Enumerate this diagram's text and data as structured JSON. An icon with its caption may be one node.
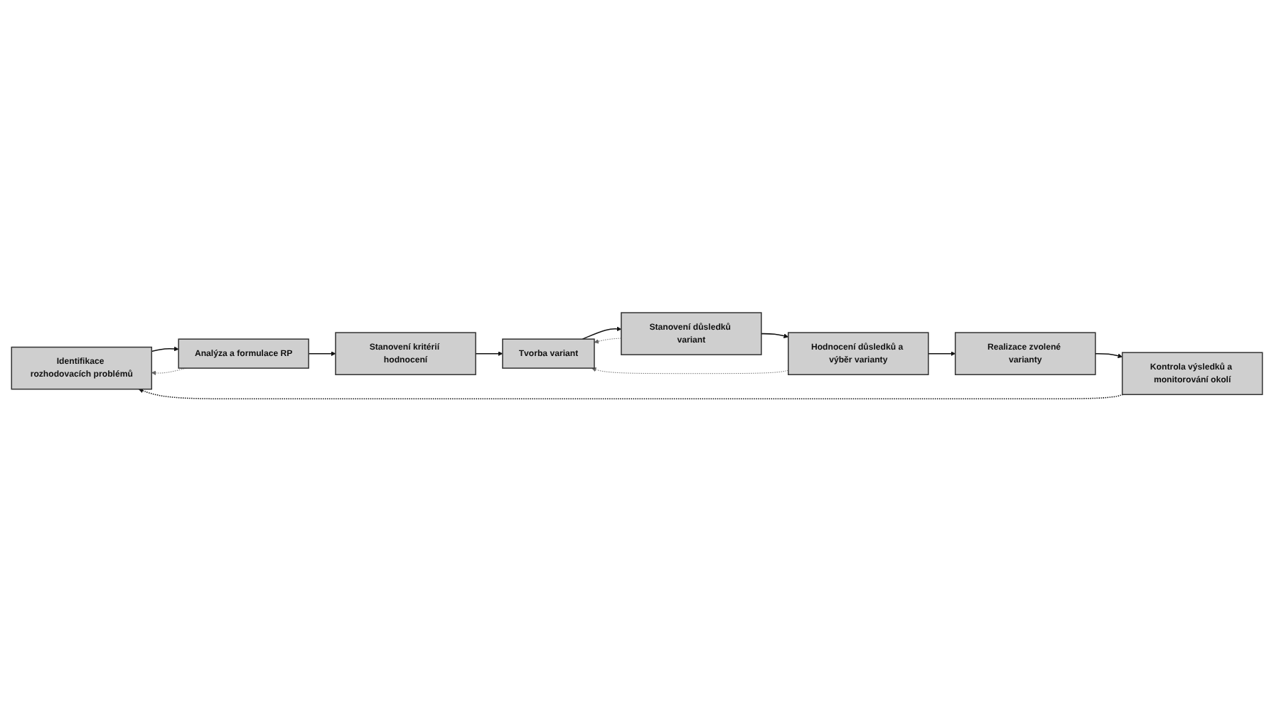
{
  "diagram": {
    "nodes": [
      {
        "text": [
          "Identifikace rozhodovacích problémů"
        ]
      },
      {
        "text": [
          "Analýza a formulace RP"
        ]
      },
      {
        "text": [
          "Stanovení kritérií hodnocení"
        ]
      },
      {
        "text": [
          "Tvorba variant"
        ]
      },
      {
        "text": [
          "Stanovení důsledků variant"
        ]
      },
      {
        "text": [
          "Hodnocení důsledků a výběr varianty"
        ]
      },
      {
        "text": [
          "Realizace zvolené varianty"
        ]
      },
      {
        "text": [
          "Kontrola výsledků a monitorování okolí"
        ]
      }
    ],
    "edges": [
      {
        "from": 0,
        "to": 1,
        "arrow": "to"
      },
      {
        "from": 1,
        "to": 2,
        "arrow": "to"
      },
      {
        "from": 2,
        "to": 3,
        "arrow": "to"
      },
      {
        "from": 3,
        "to": 4,
        "arrow": "to"
      },
      {
        "from": 4,
        "to": 5,
        "arrow": "to"
      },
      {
        "from": 5,
        "to": 6,
        "arrow": "to"
      },
      {
        "from": 6,
        "to": 7,
        "arrow": "to"
      },
      {
        "from": 7,
        "to": 0,
        "arrow": "to",
        "style": "dashed"
      },
      {
        "from": 1,
        "to": 0,
        "arrow": "to",
        "style": "dashed",
        "color": "#666666"
      },
      {
        "from": 5,
        "to": 3,
        "arrow": "to",
        "style": "dashed",
        "color": "#666666"
      },
      {
        "from": 4,
        "to": 3,
        "arrow": "to",
        "style": "dashed",
        "color": "#666666"
      }
    ]
  }
}
